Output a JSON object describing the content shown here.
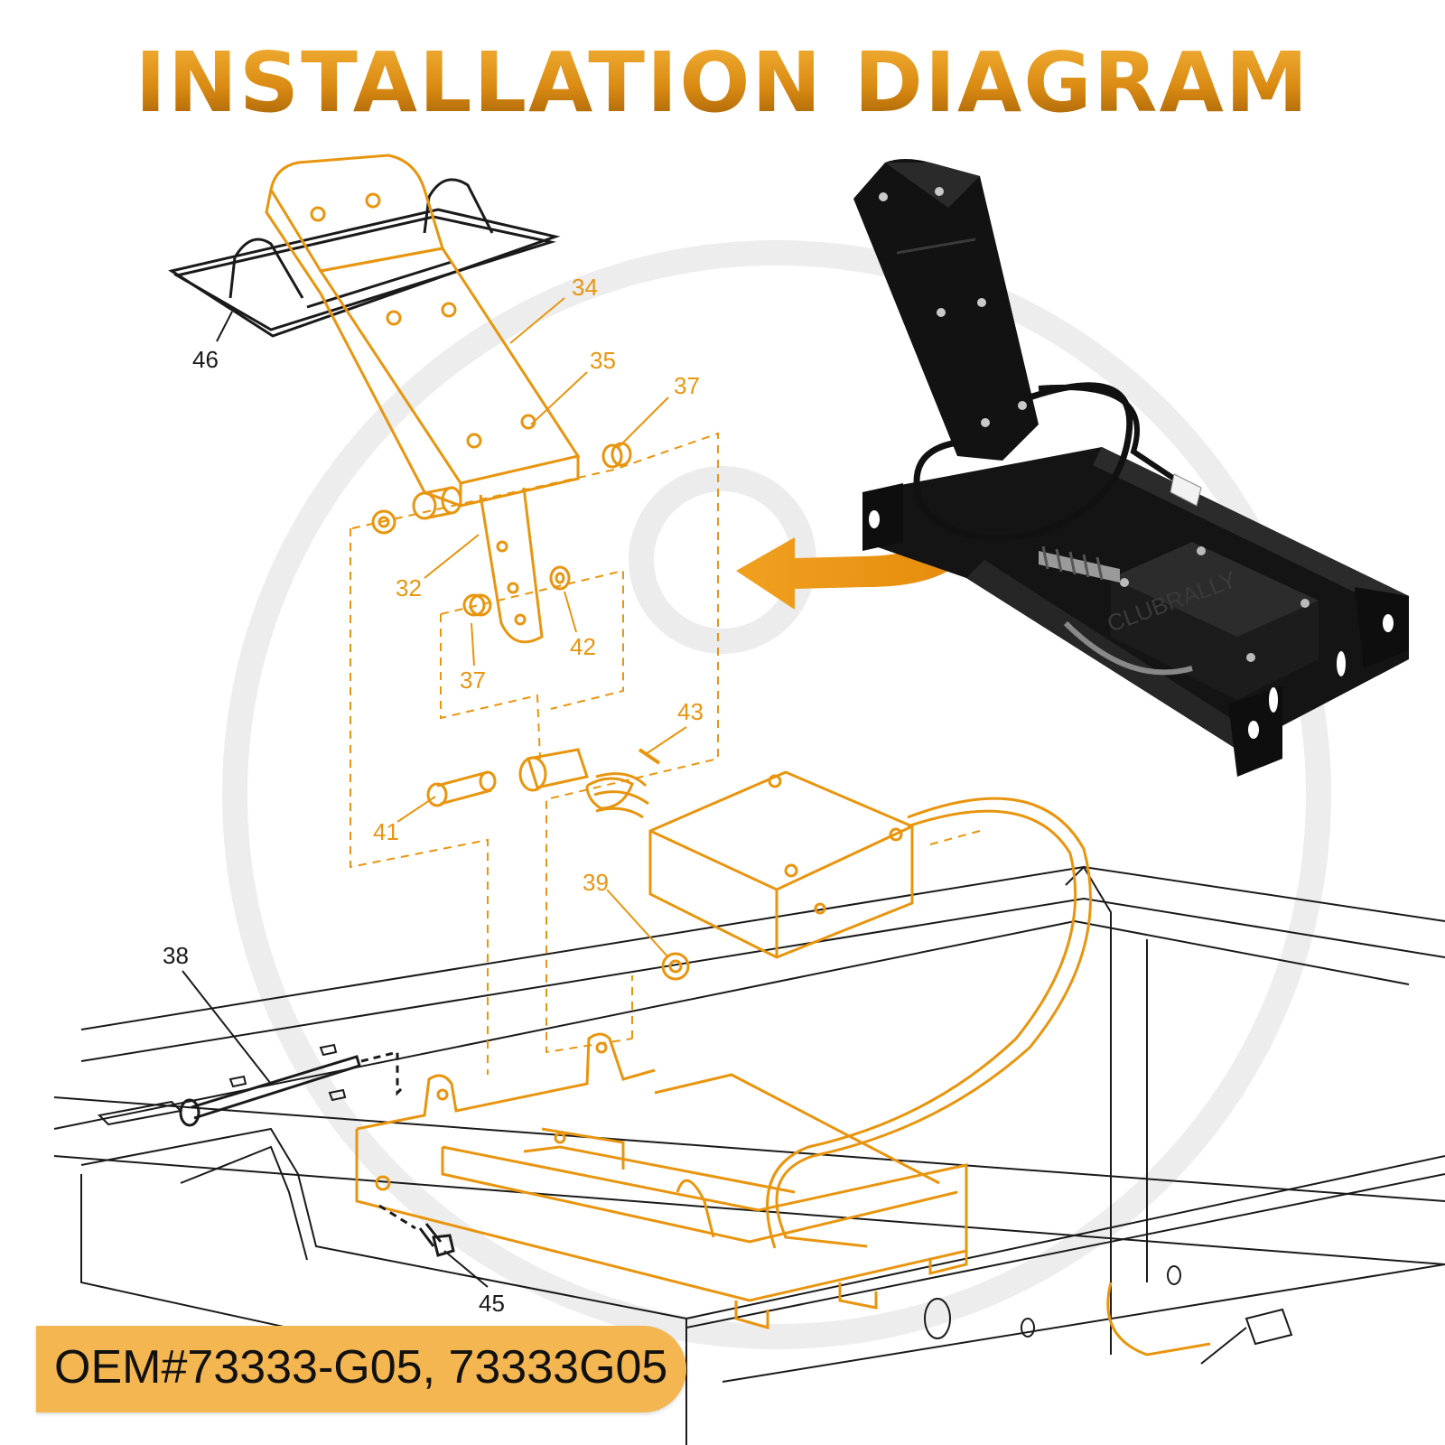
{
  "title": "INSTALLATION DIAGRAM",
  "oem_label": "OEM#73333-G05, 73333G05",
  "watermark_brand": "CLUBRALLY",
  "colors": {
    "accent": "#e8950f",
    "accent_dark": "#9a5a05",
    "line_black": "#1a1a1a",
    "badge_bg": "#f4b651",
    "product_black": "#111111"
  },
  "part_callouts": [
    "46",
    "34",
    "35",
    "37",
    "32",
    "37",
    "42",
    "43",
    "41",
    "39",
    "38",
    "45"
  ],
  "icons": [
    "curved-arrow-icon"
  ]
}
